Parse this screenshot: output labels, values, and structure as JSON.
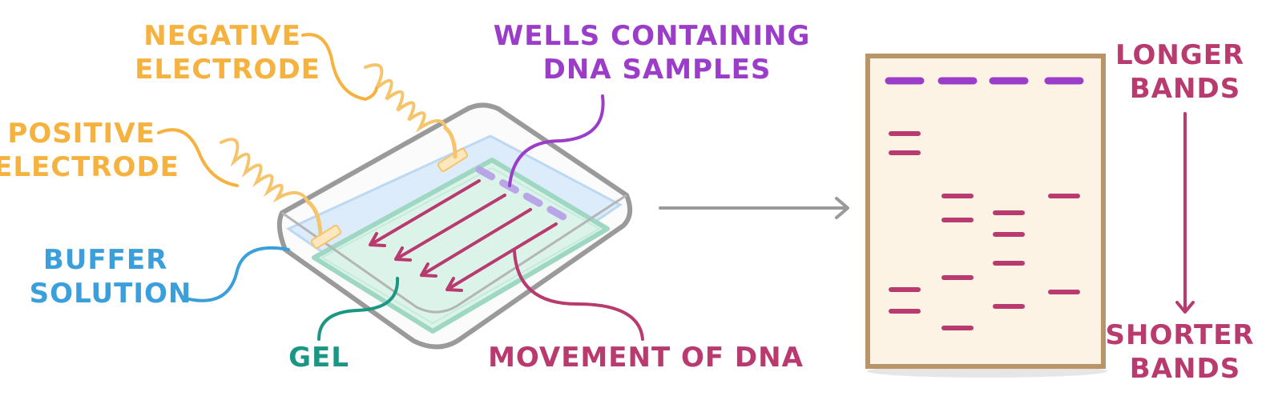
{
  "labels": {
    "negative_electrode": [
      "NEGATIVE",
      "ELECTRODE"
    ],
    "positive_electrode": [
      "POSITIVE",
      "ELECTRODE"
    ],
    "wells": [
      "WELLS CONTAINING",
      "DNA SAMPLES"
    ],
    "buffer": [
      "BUFFER",
      "SOLUTION"
    ],
    "gel": "GEL",
    "movement": "MOVEMENT OF DNA",
    "longer_bands": [
      "LONGER",
      "BANDS"
    ],
    "shorter_bands": [
      "SHORTER",
      "BANDS"
    ]
  },
  "colors": {
    "electrode": "#f6b23e",
    "wells": "#9b3dc9",
    "buffer": "#3a9fdb",
    "gel": "#1a9682",
    "dna": "#b83a6e",
    "bands": "#b83a6e",
    "tray": "#9a9a9a",
    "gel_fill": "#dcf3ea",
    "buffer_fill": "#dcecfa",
    "paper": "#fdf3e4",
    "paper_border": "#b89468",
    "arrow": "#9a9a9a"
  },
  "gel_result": {
    "lanes": 4,
    "bands": [
      [
        0.09,
        0.17,
        0.74,
        0.83
      ],
      [
        0.35,
        0.45,
        0.69,
        0.9
      ],
      [
        0.42,
        0.51,
        0.63,
        0.81
      ],
      [
        0.35,
        0.75
      ]
    ]
  }
}
